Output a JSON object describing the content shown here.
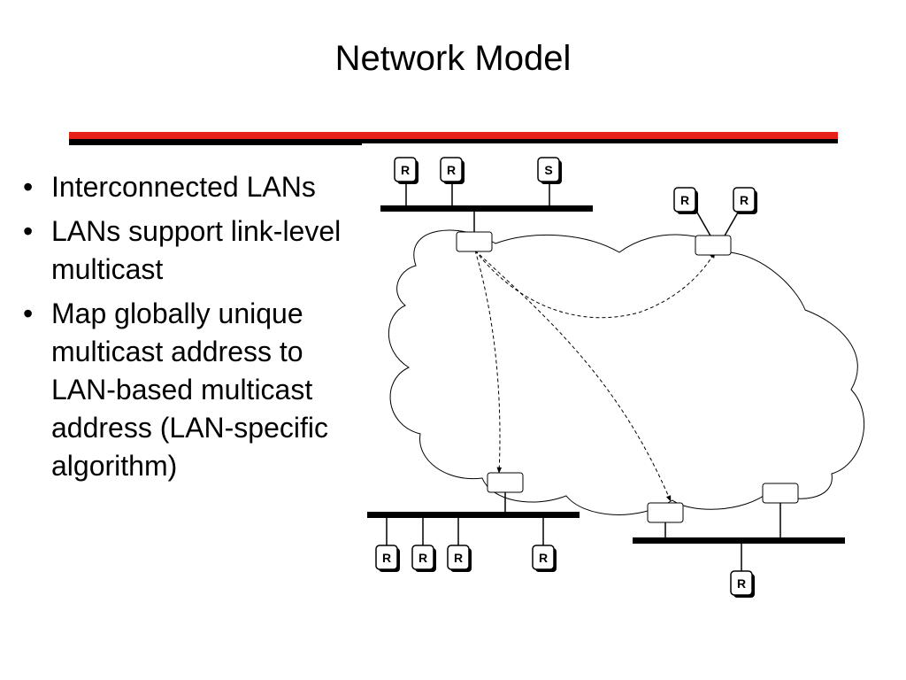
{
  "slide": {
    "title": "Network Model"
  },
  "colors": {
    "rule_red": "#e8201a",
    "rule_black": "#000000"
  },
  "bullets": [
    {
      "text": "Interconnected LANs"
    },
    {
      "text": "LANs support link-level multicast"
    },
    {
      "text": "Map globally unique multicast address to LAN-based multicast address (LAN-specific algorithm)"
    }
  ],
  "diagram": {
    "hosts": {
      "top_lan": [
        "R",
        "R",
        "S"
      ],
      "right_top_lan": [
        "R",
        "R"
      ],
      "bottom_left_lan": [
        "R",
        "R",
        "R",
        "R"
      ],
      "bottom_right_lan": [
        "R"
      ]
    }
  }
}
